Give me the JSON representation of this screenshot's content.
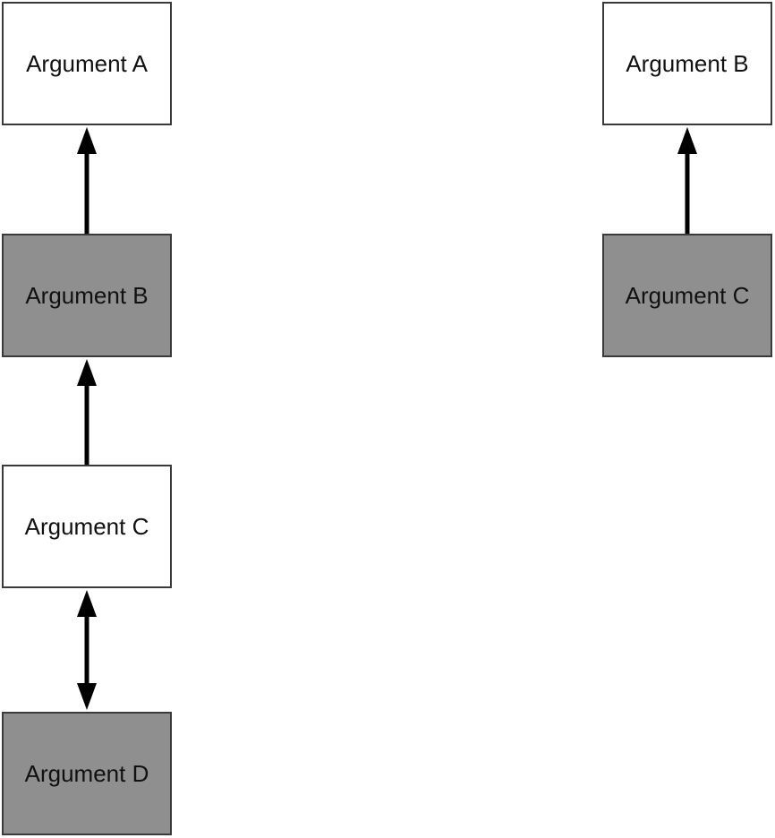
{
  "colors": {
    "white_node": "#ffffff",
    "shaded_node": "#8f8f8f",
    "border": "#3a3a3a",
    "arrow": "#000000"
  },
  "left_graph": {
    "nodes": [
      {
        "id": "a",
        "label": "Argument A",
        "shaded": false
      },
      {
        "id": "b",
        "label": "Argument B",
        "shaded": true
      },
      {
        "id": "c",
        "label": "Argument C",
        "shaded": false
      },
      {
        "id": "d",
        "label": "Argument D",
        "shaded": true
      }
    ],
    "edges": [
      {
        "from": "b",
        "to": "a",
        "bidirectional": false
      },
      {
        "from": "c",
        "to": "b",
        "bidirectional": false
      },
      {
        "from": "d",
        "to": "c",
        "bidirectional": true
      }
    ]
  },
  "right_graph": {
    "nodes": [
      {
        "id": "b",
        "label": "Argument B",
        "shaded": false
      },
      {
        "id": "c",
        "label": "Argument C",
        "shaded": true
      }
    ],
    "edges": [
      {
        "from": "c",
        "to": "b",
        "bidirectional": false
      }
    ]
  }
}
